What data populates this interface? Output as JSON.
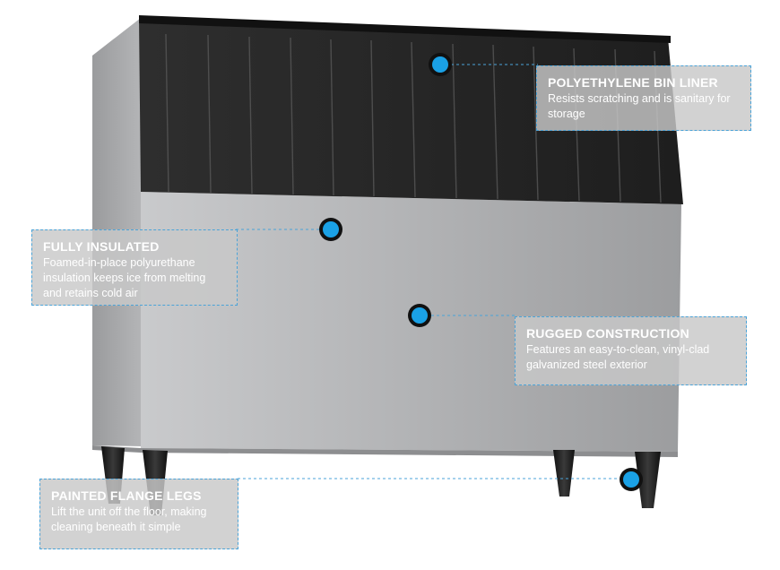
{
  "callouts": [
    {
      "title": "POLYETHYLENE BIN LINER",
      "description": "Resists scratching and is sanitary for storage"
    },
    {
      "title": "FULLY INSULATED",
      "description": "Foamed-in-place polyurethane insulation keeps ice from melting and retains cold air"
    },
    {
      "title": "RUGGED CONSTRUCTION",
      "description": "Features an easy-to-clean, vinyl-clad galvanized steel exterior"
    },
    {
      "title": "PAINTED FLANGE LEGS",
      "description": "Lift the unit off the floor, making cleaning beneath it simple"
    }
  ],
  "colors": {
    "marker": "#1aa1e6",
    "leader_line": "#4aa3d8",
    "bin_liner": "#2b2b2b",
    "steel": "#b8b9bb",
    "legs": "#1e1e1e"
  }
}
